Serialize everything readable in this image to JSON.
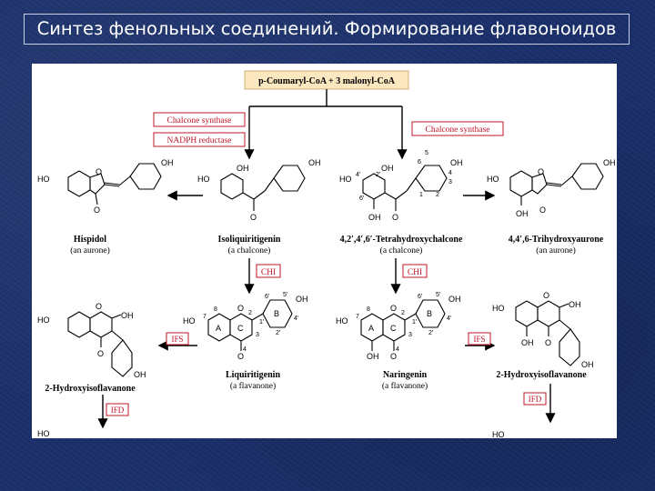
{
  "slide": {
    "title": "Синтез фенольных соединений. Формирование флавоноидов"
  },
  "diagram": {
    "start": "p-Coumaryl-CoA + 3 malonyl-CoA",
    "enzymes": {
      "chalcone_synthase_left": "Chalcone synthase",
      "nadph_reductase": "NADPH reductase",
      "chalcone_synthase_right": "Chalcone synthase",
      "chi_left": "CHI",
      "chi_right": "CHI",
      "ifs_left": "IFS",
      "ifs_right": "IFS",
      "ifd": "IFD"
    },
    "compounds": {
      "hispidol": {
        "name": "Hispidol",
        "class": "(an aurone)"
      },
      "isoliquiritigenin": {
        "name": "Isoliquiritigenin",
        "class": "(a chalcone)"
      },
      "tetrahydroxychalcone": {
        "name": "4,2′,4′,6′-Tetrahydroxychalcone",
        "class": "(a chalcone)"
      },
      "trihydroxyaurone": {
        "name": "4,4′,6-Trihydroxyaurone",
        "class": "(an aurone)"
      },
      "liquiritigenin": {
        "name": "Liquiritigenin",
        "class": "(a flavanone)"
      },
      "naringenin": {
        "name": "Naringenin",
        "class": "(a flavanone)"
      },
      "hydroxyisoflavanone_left": {
        "name": "2-Hydroxyisoflavanone"
      },
      "hydroxyisoflavanone_right": {
        "name": "2-Hydroxyisoflavanone"
      }
    },
    "atoms": {
      "ho": "HO",
      "oh": "OH",
      "o": "O",
      "ring_a": "A",
      "ring_b": "B",
      "ring_c": "C"
    },
    "colors": {
      "enzyme_text": "#c0142a",
      "enzyme_border": "#c0142a",
      "start_box_fill": "#fbe7c0"
    }
  }
}
